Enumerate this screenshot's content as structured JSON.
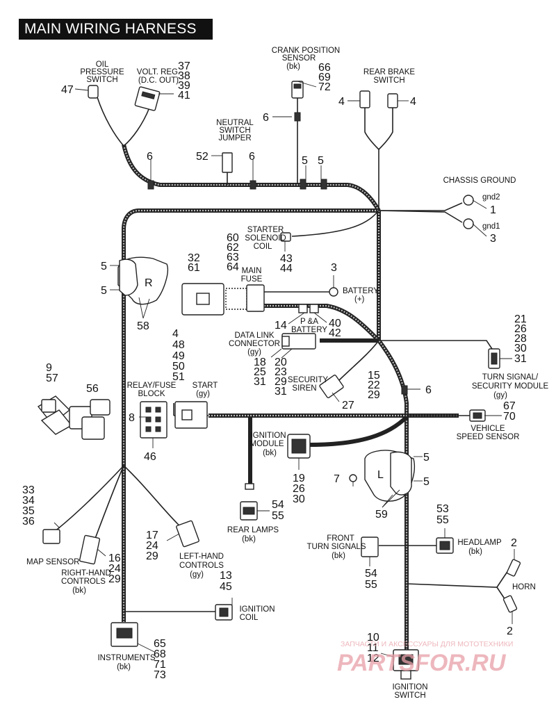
{
  "title": "MAIN WIRING HARNESS",
  "labels": {
    "oil_pressure_switch": [
      "OIL",
      "PRESSURE",
      "SWITCH"
    ],
    "volt_reg": [
      "VOLT. REG.",
      "(D.C. OUT)"
    ],
    "crank_position_sensor": [
      "CRANK POSITION",
      "SENSOR",
      "(bk)"
    ],
    "rear_brake_switch": [
      "REAR BRAKE",
      "SWITCH"
    ],
    "neutral_switch_jumper": [
      "NEUTRAL",
      "SWITCH",
      "JUMPER"
    ],
    "chassis_ground": "CHASSIS GROUND",
    "gnd2": "gnd2",
    "gnd1": "gnd1",
    "starter_solenoid_coil": [
      "STARTER",
      "SOLENOID",
      "COIL"
    ],
    "main_fuse": [
      "MAIN",
      "FUSE"
    ],
    "battery_pos": [
      "BATTERY",
      "(+)"
    ],
    "pa_battery": [
      "P &A",
      "BATTERY"
    ],
    "data_link_connector": [
      "DATA LINK",
      "CONNECTOR",
      "(gy)"
    ],
    "security_siren": [
      "SECURITY",
      "SIREN"
    ],
    "turn_signal_security_module": [
      "TURN SIGNAL/",
      "SECURITY MODULE",
      "(gy)"
    ],
    "relay_fuse_block": [
      "RELAY/FUSE",
      "BLOCK"
    ],
    "start": [
      "START",
      "(gy)"
    ],
    "vehicle_speed_sensor": [
      "VEHICLE",
      "SPEED SENSOR"
    ],
    "ignition_module": [
      "IGNITION",
      "MODULE",
      "(bk)"
    ],
    "rear_lamps": [
      "REAR LAMPS",
      "(bk)"
    ],
    "front_turn_signals": [
      "FRONT",
      "TURN SIGNALS",
      "(bk)"
    ],
    "headlamp": [
      "HEADLAMP",
      "(bk)"
    ],
    "horn": "HORN",
    "map_sensor": "MAP SENSOR",
    "right_hand_controls": [
      "RIGHT-HAND",
      "CONTROLS",
      "(bk)"
    ],
    "left_hand_controls": [
      "LEFT-HAND",
      "CONTROLS",
      "(gy)"
    ],
    "ignition_coil": [
      "IGNITION",
      "COIL"
    ],
    "instruments": [
      "INSTRUMENTS",
      "(bk)"
    ],
    "ignition_switch": [
      "IGNITION",
      "SWITCH"
    ],
    "switch_r": "R",
    "switch_l": "L"
  },
  "callouts": {
    "oil": "47",
    "volt_reg": [
      "37",
      "38",
      "39",
      "41"
    ],
    "crank": [
      "66",
      "69",
      "72"
    ],
    "crank_6": "6",
    "rear_brake_left": "4",
    "rear_brake_right": "4",
    "neutral": "52",
    "neutral_6": "6",
    "harness_6": "6",
    "ground_5a": "5",
    "ground_5b": "5",
    "gnd2": "1",
    "gnd1": "3",
    "starter_top": [
      "60",
      "62"
    ],
    "starter_bottom": [
      "43",
      "44"
    ],
    "fuse_group": [
      "32",
      "61"
    ],
    "fuse_group2": [
      "63",
      "64"
    ],
    "battery": "3",
    "right_switch_5a": "5",
    "right_switch_5b": "5",
    "right_switch_58": "58",
    "pa_left": "14",
    "pa_right": [
      "40",
      "42"
    ],
    "data_link": [
      "18",
      "25",
      "31"
    ],
    "data_link_mid": [
      "20",
      "23",
      "29",
      "31"
    ],
    "siren": [
      "15",
      "22",
      "29"
    ],
    "siren_27": "27",
    "turn_module": [
      "21",
      "26",
      "28",
      "30",
      "31"
    ],
    "relay_top": [
      "4",
      "48",
      "49",
      "50",
      "51"
    ],
    "relay_8": "8",
    "relay_46": "46",
    "ecu_6": "6",
    "vss": [
      "67",
      "70"
    ],
    "ign_module": [
      "19",
      "26",
      "30"
    ],
    "left_7": "7",
    "left_switch_5a": "5",
    "left_switch_5b": "5",
    "left_switch_59": "59",
    "rear_lamps": [
      "54",
      "55"
    ],
    "front_turn": [
      "54",
      "55"
    ],
    "headlamp": [
      "53",
      "55"
    ],
    "horn_top": "2",
    "horn_bottom": "2",
    "map": [
      "33",
      "34",
      "35",
      "36"
    ],
    "right_hand": [
      "16",
      "24",
      "29"
    ],
    "left_hand": [
      "17",
      "24",
      "29"
    ],
    "ign_coil": [
      "13",
      "45"
    ],
    "instruments": [
      "65",
      "68",
      "71",
      "73"
    ],
    "ign_switch": [
      "10",
      "11",
      "12"
    ],
    "plugs_left": [
      "9",
      "57"
    ],
    "plugs_right": "56"
  },
  "watermark": {
    "text_top": "ЗАПЧАСТИ И АКСЕССУАРЫ ДЛЯ МОТОТЕХНИКИ",
    "text_logo": "PARTSFOR.RU",
    "color": "#e8a0a8"
  }
}
